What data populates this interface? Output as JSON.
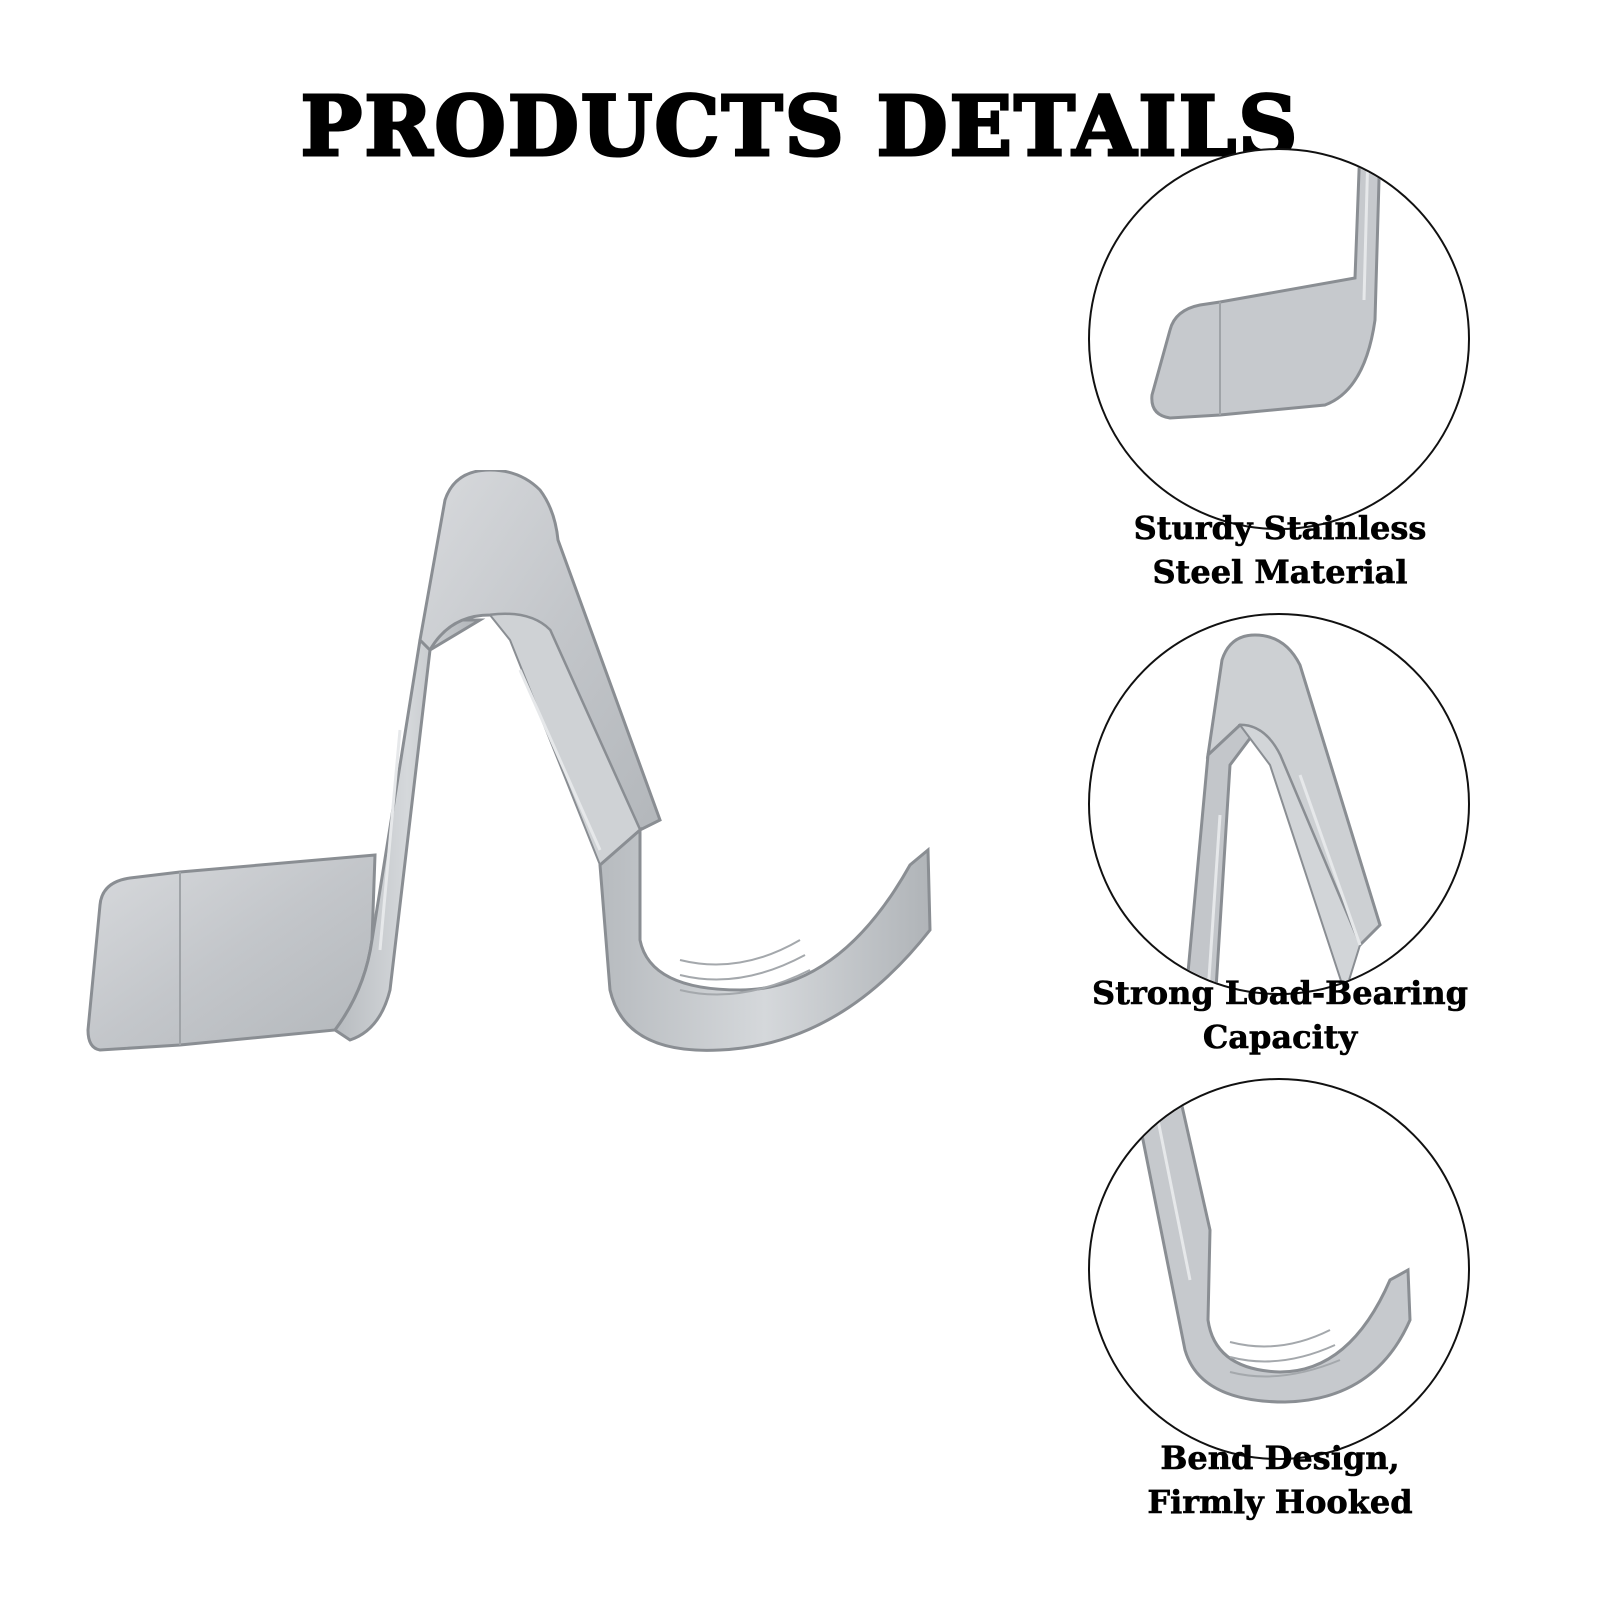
{
  "header": {
    "title": "PRODUCTS DETAILS"
  },
  "main_image": {
    "icon": "stainless-steel-clip-icon"
  },
  "details": [
    {
      "icon": "clip-flat-tab-closeup-icon",
      "caption_line1": "Sturdy Stainless",
      "caption_line2": "Steel Material"
    },
    {
      "icon": "clip-bend-closeup-icon",
      "caption_line1": "Strong Load-Bearing",
      "caption_line2": "Capacity"
    },
    {
      "icon": "clip-hook-closeup-icon",
      "caption_line1": "Bend Design,",
      "caption_line2": "Firmly Hooked"
    }
  ],
  "colors": {
    "metal_fill": "#c3c6ca",
    "metal_edge": "#8a8e93",
    "metal_highlight": "#e6e8ea",
    "background": "#ffffff",
    "text": "#000000"
  }
}
